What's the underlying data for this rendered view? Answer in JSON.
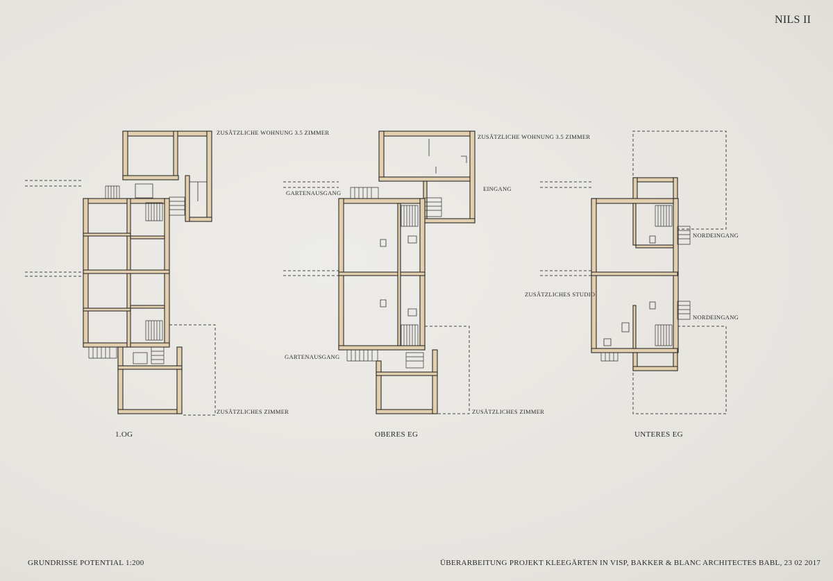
{
  "sheet": {
    "code": "NILS II",
    "footer_left": "GRUNDRISSE POTENTIAL 1:200",
    "footer_right": "ÜBERARBEITUNG PROJEKT KLEEGÄRTEN IN VISP, BAKKER & BLANC ARCHITECTES BABL, 23 02 2017"
  },
  "plans": [
    {
      "title": "1.OG",
      "annotations": {
        "top": "ZUSÄTZLICHE WOHNUNG 3.5 ZIMMER",
        "bottom": "ZUSÄTZLICHES ZIMMER"
      }
    },
    {
      "title": "OBERES EG",
      "annotations": {
        "top": "ZUSÄTZLICHE WOHNUNG 3.5 ZIMMER",
        "entrance": "EINGANG",
        "garden_top": "GARTENAUSGANG",
        "garden_bottom": "GARTENAUSGANG",
        "bottom": "ZUSÄTZLICHES ZIMMER"
      }
    },
    {
      "title": "UNTERES EG",
      "annotations": {
        "north_top": "NORDEINGANG",
        "studio": "ZUSÄTZLICHES STUDIO",
        "north_bottom": "NORDEINGANG"
      }
    }
  ],
  "colors": {
    "paper": "#e9e7e2",
    "ink": "#2a2a2a",
    "wall_fill": "#e2cfae"
  }
}
